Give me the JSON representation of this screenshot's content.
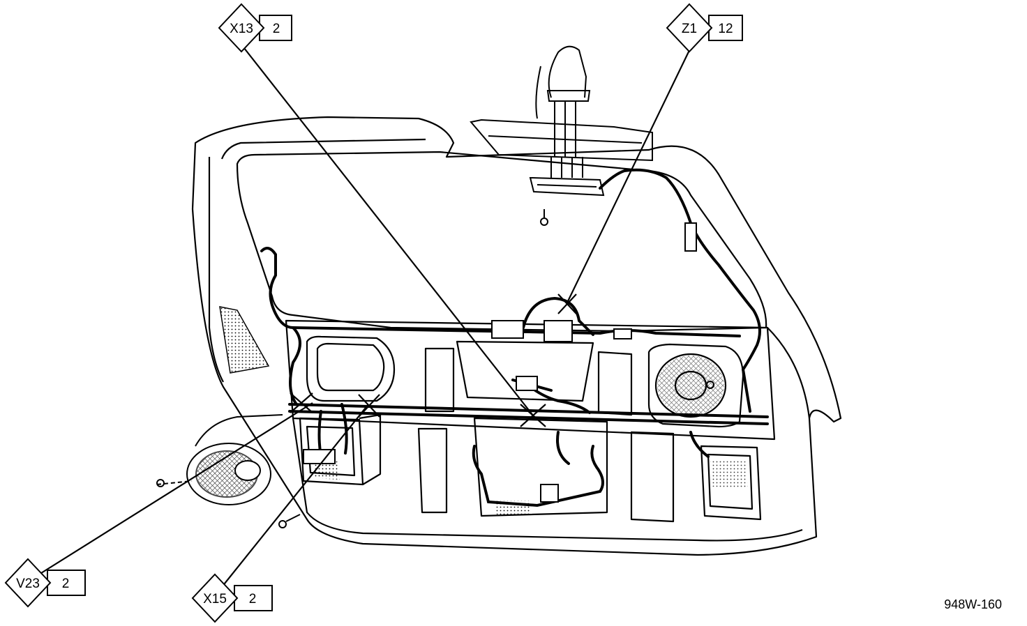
{
  "callouts": [
    {
      "id": "x13",
      "code": "X13",
      "num": "2"
    },
    {
      "id": "z1",
      "code": "Z1",
      "num": "12"
    },
    {
      "id": "v23",
      "code": "V23",
      "num": "2"
    },
    {
      "id": "x15",
      "code": "X15",
      "num": "2"
    }
  ],
  "figure_id": "948W-160"
}
